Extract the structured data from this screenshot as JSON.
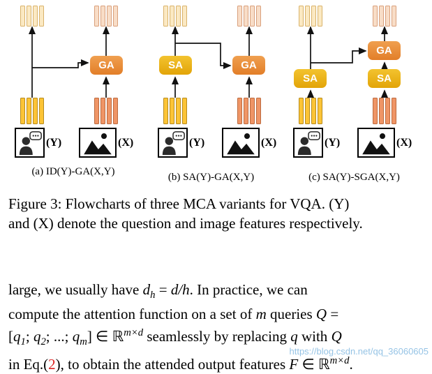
{
  "figure": {
    "bars_per_group": 4,
    "diagrams": [
      {
        "label": "(a) ID(Y)-GA(X,Y)",
        "y_label": "(Y)",
        "x_label": "(X)",
        "ga": "GA"
      },
      {
        "label": "(b) SA(Y)-GA(X,Y)",
        "y_label": "(Y)",
        "x_label": "(X)",
        "sa": "SA",
        "ga": "GA"
      },
      {
        "label": "(c) SA(Y)-SGA(X,Y)",
        "y_label": "(Y)",
        "x_label": "(X)",
        "sa_left": "SA",
        "sa_right": "SA",
        "ga": "GA"
      }
    ],
    "caption": {
      "line1": "Figure 3: Flowcharts of three MCA variants for VQA. (Y)",
      "line2": "and (X) denote the question and image features respectively."
    },
    "colors": {
      "ga_box": "#E78E3C",
      "sa_box": "#ECB115",
      "question_bars": "#FCC436",
      "image_bars": "#EF9566",
      "output_bars_left": "#FBE9C3",
      "output_bars_right": "#F8DDC7",
      "eq_ref": "#DD2222",
      "watermark": "#82B9E1"
    }
  },
  "paragraph": {
    "l1": {
      "s0": "large, we usually have ",
      "s1": "d",
      "s2": "h",
      "s3": " = ",
      "s4": "d/h",
      "s5": ".  In practice, we can"
    },
    "l2": {
      "s0": "compute the attention function on a set of ",
      "s1": "m",
      "s2": " queries ",
      "s3": "Q",
      "s4": " ="
    },
    "l3": {
      "s0": "[",
      "s1": "q",
      "s2": "1",
      "s3": "; ",
      "s4": "q",
      "s5": "2",
      "s6": "; ...; ",
      "s7": "q",
      "s8": "m",
      "s9": "] ∈ ℝ",
      "s10": "m×d",
      "s11": " seamlessly by replacing ",
      "s12": "q",
      "s13": " with ",
      "s14": "Q"
    },
    "l4": {
      "s0": "in Eq.(",
      "s1": "2",
      "s2": "), to obtain the attended output features ",
      "s3": "F",
      "s4": " ∈ ℝ",
      "s5": "m×d",
      "s6": "."
    }
  },
  "watermark": "https://blog.csdn.net/qq_36060605"
}
